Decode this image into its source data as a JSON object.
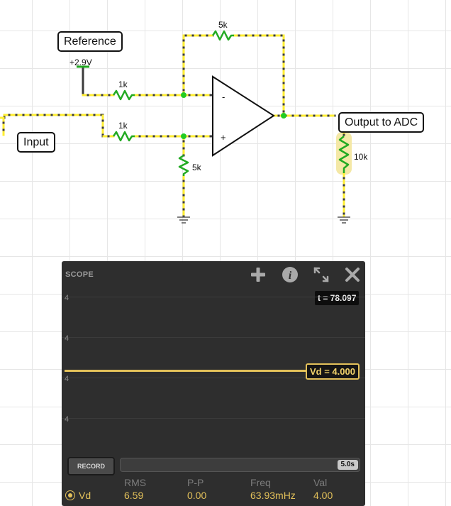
{
  "circuit": {
    "labels": {
      "reference": "Reference",
      "input": "Input",
      "output": "Output to ADC"
    },
    "components": {
      "voltage_source": "+2.9V",
      "r_feedback": "5k",
      "r_ref": "1k",
      "r_in": "1k",
      "r_ground": "5k",
      "r_load": "10k",
      "opamp_minus": "-",
      "opamp_plus": "+"
    },
    "colors": {
      "wire": "#3b3b3b",
      "current_dots": "#ffee33",
      "node": "#22cc22",
      "resistor": "#22aa22",
      "highlight": "#f4e8a6"
    }
  },
  "scope": {
    "title": "SCOPE",
    "icons": [
      "plus-icon",
      "info-icon",
      "expand-icon",
      "close-icon"
    ],
    "time_readout": "t = 78.097",
    "axis_labels": [
      "4",
      "4",
      "4",
      "4"
    ],
    "trace_label": "Vd = 4.000",
    "trace_color": "#e3c15a",
    "record_label": "RECORD",
    "timeline_label": "5.0s",
    "stats": {
      "signal": "Vd",
      "headers": {
        "rms": "RMS",
        "pp": "P-P",
        "freq": "Freq",
        "val": "Val"
      },
      "values": {
        "rms": "6.59",
        "pp": "0.00",
        "freq": "63.93mHz",
        "val": "4.00"
      }
    }
  }
}
